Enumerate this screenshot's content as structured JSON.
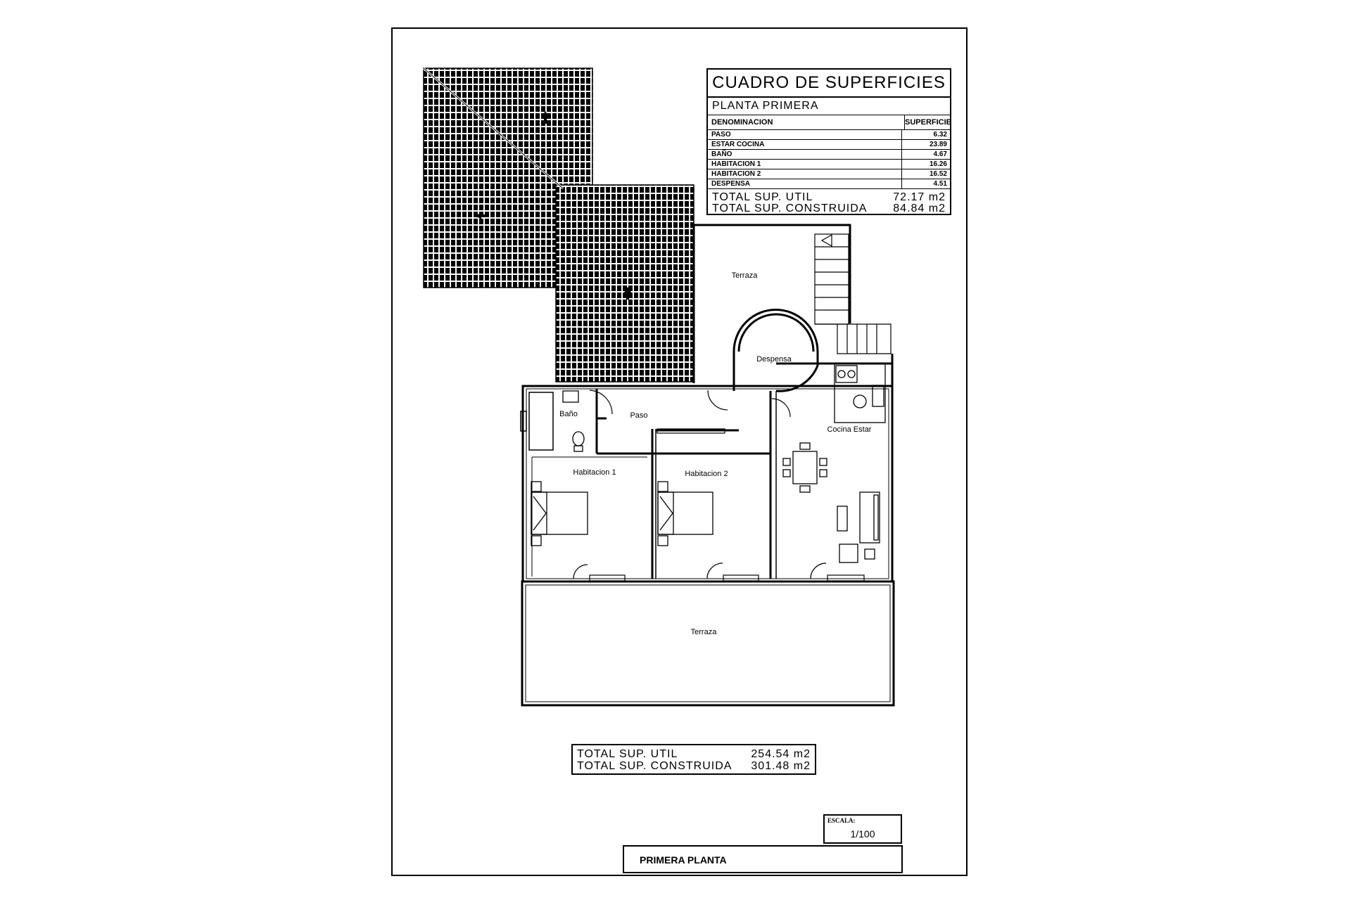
{
  "surface_table": {
    "title": "CUADRO DE SUPERFICIES",
    "floor": "PLANTA PRIMERA",
    "col_name": "DENOMINACION",
    "col_area": "SUPERFICIE",
    "rows": [
      {
        "name": "PASO",
        "area": "6.32"
      },
      {
        "name": "ESTAR COCINA",
        "area": "23.89"
      },
      {
        "name": "BAÑO",
        "area": "4.67"
      },
      {
        "name": "HABITACION 1",
        "area": "16.26"
      },
      {
        "name": "HABITACION 2",
        "area": "16.52"
      },
      {
        "name": "DESPENSA",
        "area": "4.51"
      }
    ],
    "total_util_label": "TOTAL SUP. UTIL",
    "total_util_value": "72.17 m2",
    "total_built_label": "TOTAL SUP. CONSTRUIDA",
    "total_built_value": "84.84 m2"
  },
  "rooms": {
    "terraza_top": "Terraza",
    "despensa": "Despensa",
    "bano": "Baño",
    "paso": "Paso",
    "cocina": "Cocina Estar",
    "hab1": "Habitacion 1",
    "hab2": "Habitacion 2",
    "terraza_bottom": "Terraza"
  },
  "totals_box": {
    "util_label": "TOTAL SUP. UTIL",
    "util_value": "254.54 m2",
    "built_label": "TOTAL SUP. CONSTRUIDA",
    "built_value": "301.48 m2"
  },
  "scale": {
    "label": "ESCALA:",
    "value": "1/100"
  },
  "sheet_title": "PRIMERA PLANTA"
}
